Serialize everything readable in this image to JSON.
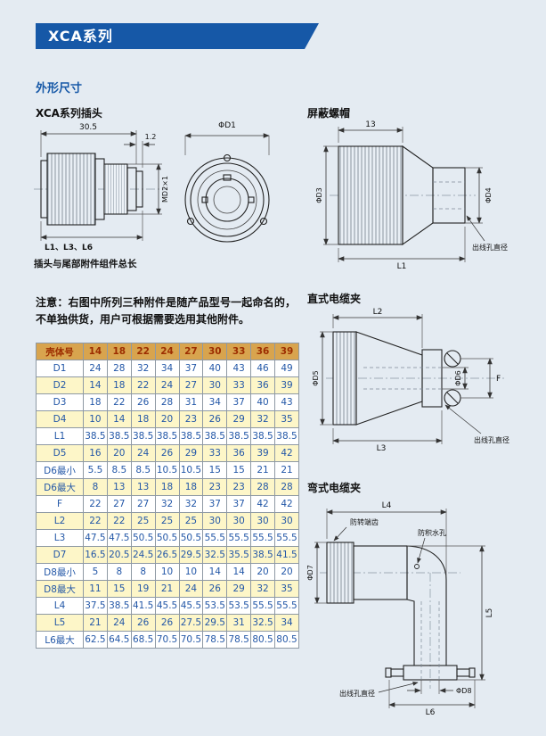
{
  "page": {
    "banner_title": "XCA系列",
    "section_title": "外形尺寸"
  },
  "figures": {
    "plug": {
      "title": "XCA系列插头",
      "dim_total": "30.5",
      "dim_step": "1.2",
      "thread_label": "MD2×1",
      "front_dim": "ΦD1",
      "length_label": "L1、L3、L6",
      "caption": "插头与尾部附件组件总长"
    },
    "shield_nut": {
      "title": "屏蔽螺帽",
      "dim_width": "13",
      "dim_d3": "ΦD3",
      "dim_d4": "ΦD4",
      "dim_l1": "L1",
      "outlet_label": "出线孔直径"
    },
    "straight_clamp": {
      "title": "直式电缆夹",
      "dim_l2": "L2",
      "dim_d5": "ΦD5",
      "dim_d6": "ΦD6",
      "dim_f": "F",
      "dim_l3": "L3",
      "outlet_label": "出线孔直径"
    },
    "bent_clamp": {
      "title": "弯式电缆夹",
      "dim_l4": "L4",
      "teeth_label": "防转端齿",
      "drain_label": "防积水孔",
      "dim_d7": "ΦD7",
      "dim_l5": "L5",
      "dim_d8": "ΦD8",
      "dim_l6": "L6",
      "outlet_label": "出线孔直径"
    }
  },
  "note": "注意：右图中所列三种附件是随产品型号一起命名的，不单独供货，用户可根据需要选用其他附件。",
  "table": {
    "header": [
      "壳体号",
      "14",
      "18",
      "22",
      "24",
      "27",
      "30",
      "33",
      "36",
      "39"
    ],
    "rows": [
      {
        "label": "D1",
        "values": [
          "24",
          "28",
          "32",
          "34",
          "37",
          "40",
          "43",
          "46",
          "49"
        ]
      },
      {
        "label": "D2",
        "values": [
          "14",
          "18",
          "22",
          "24",
          "27",
          "30",
          "33",
          "36",
          "39"
        ]
      },
      {
        "label": "D3",
        "values": [
          "18",
          "22",
          "26",
          "28",
          "31",
          "34",
          "37",
          "40",
          "43"
        ]
      },
      {
        "label": "D4",
        "values": [
          "10",
          "14",
          "18",
          "20",
          "23",
          "26",
          "29",
          "32",
          "35"
        ]
      },
      {
        "label": "L1",
        "values": [
          "38.5",
          "38.5",
          "38.5",
          "38.5",
          "38.5",
          "38.5",
          "38.5",
          "38.5",
          "38.5"
        ]
      },
      {
        "label": "D5",
        "values": [
          "16",
          "20",
          "24",
          "26",
          "29",
          "33",
          "36",
          "39",
          "42"
        ]
      },
      {
        "label": "D6最小",
        "values": [
          "5.5",
          "8.5",
          "8.5",
          "10.5",
          "10.5",
          "15",
          "15",
          "21",
          "21"
        ]
      },
      {
        "label": "D6最大",
        "values": [
          "8",
          "13",
          "13",
          "18",
          "18",
          "23",
          "23",
          "28",
          "28"
        ]
      },
      {
        "label": "F",
        "values": [
          "22",
          "27",
          "27",
          "32",
          "32",
          "37",
          "37",
          "42",
          "42"
        ]
      },
      {
        "label": "L2",
        "values": [
          "22",
          "22",
          "25",
          "25",
          "25",
          "30",
          "30",
          "30",
          "30"
        ]
      },
      {
        "label": "L3",
        "values": [
          "47.5",
          "47.5",
          "50.5",
          "50.5",
          "50.5",
          "55.5",
          "55.5",
          "55.5",
          "55.5"
        ]
      },
      {
        "label": "D7",
        "values": [
          "16.5",
          "20.5",
          "24.5",
          "26.5",
          "29.5",
          "32.5",
          "35.5",
          "38.5",
          "41.5"
        ]
      },
      {
        "label": "D8最小",
        "values": [
          "5",
          "8",
          "8",
          "10",
          "10",
          "14",
          "14",
          "20",
          "20"
        ]
      },
      {
        "label": "D8最大",
        "values": [
          "11",
          "15",
          "19",
          "21",
          "24",
          "26",
          "29",
          "32",
          "35"
        ]
      },
      {
        "label": "L4",
        "values": [
          "37.5",
          "38.5",
          "41.5",
          "45.5",
          "45.5",
          "53.5",
          "53.5",
          "55.5",
          "55.5"
        ]
      },
      {
        "label": "L5",
        "values": [
          "21",
          "24",
          "26",
          "26",
          "27.5",
          "29.5",
          "31",
          "32.5",
          "34"
        ]
      },
      {
        "label": "L6最大",
        "values": [
          "62.5",
          "64.5",
          "68.5",
          "70.5",
          "70.5",
          "78.5",
          "78.5",
          "80.5",
          "80.5"
        ]
      }
    ]
  },
  "colors": {
    "banner_blue": "#1658a7",
    "table_header_bg": "#d8a44e",
    "table_header_text": "#9c2d00",
    "table_alt_row_bg": "#fdf6c8",
    "table_value_text": "#2357a7"
  }
}
